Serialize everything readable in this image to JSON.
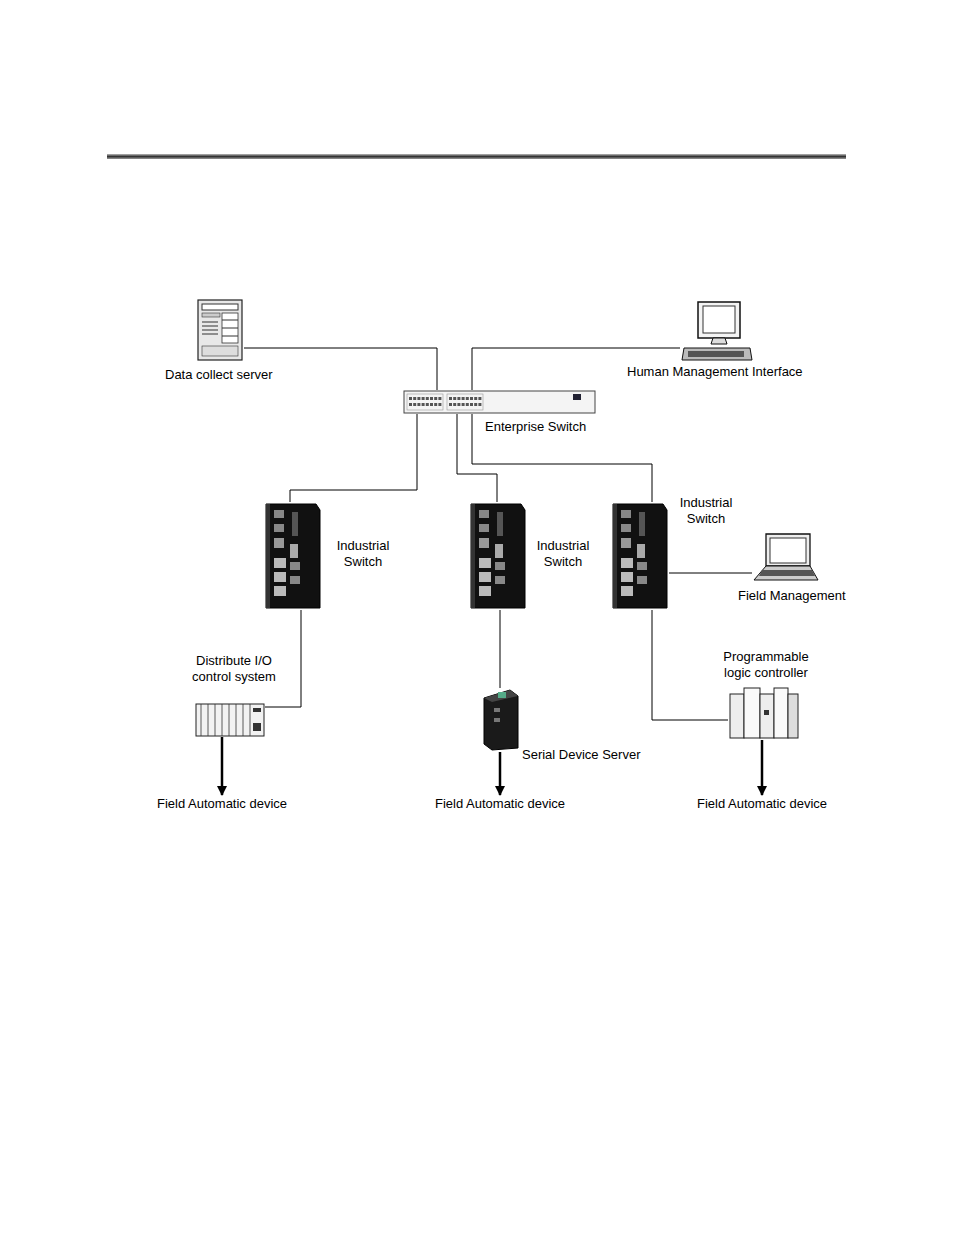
{
  "diagram": {
    "nodes": [
      {
        "text": [
          "Data collect server"
        ]
      },
      {
        "text": [
          "Human Management Interface"
        ]
      },
      {
        "text": [
          "Enterprise Switch"
        ]
      },
      {
        "text": [
          "Industrial Switch"
        ]
      },
      {
        "text": [
          "Industrial Switch"
        ]
      },
      {
        "text": [
          "Industrial Switch"
        ]
      },
      {
        "text": [
          "Field Management"
        ]
      },
      {
        "text": [
          "Distribute I/O control system"
        ]
      },
      {
        "text": [
          "Serial Device Server"
        ]
      },
      {
        "text": [
          "Programmable logic controller"
        ]
      },
      {
        "text": [
          "Field Automatic device"
        ]
      },
      {
        "text": [
          "Field Automatic device"
        ]
      },
      {
        "text": [
          "Field Automatic device"
        ]
      }
    ],
    "edges": [
      {
        "from": 0,
        "to": 2,
        "arrow": "none"
      },
      {
        "from": 1,
        "to": 2,
        "arrow": "none"
      },
      {
        "from": 2,
        "to": 3,
        "arrow": "none"
      },
      {
        "from": 2,
        "to": 4,
        "arrow": "none"
      },
      {
        "from": 2,
        "to": 5,
        "arrow": "none"
      },
      {
        "from": 5,
        "to": 6,
        "arrow": "none"
      },
      {
        "from": 3,
        "to": 7,
        "arrow": "none"
      },
      {
        "from": 4,
        "to": 8,
        "arrow": "none"
      },
      {
        "from": 5,
        "to": 9,
        "arrow": "none"
      },
      {
        "from": 7,
        "to": 10,
        "arrow": "to"
      },
      {
        "from": 8,
        "to": 11,
        "arrow": "to"
      },
      {
        "from": 9,
        "to": 12,
        "arrow": "to"
      }
    ]
  }
}
